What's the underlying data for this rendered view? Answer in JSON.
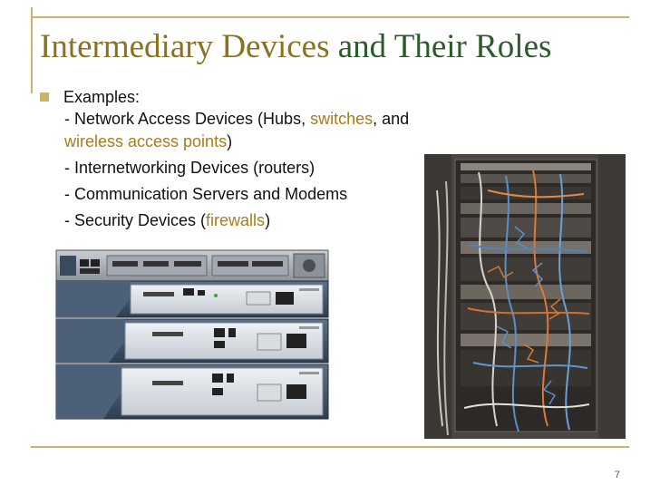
{
  "title": {
    "part1": "Intermediary Devices",
    "part2": " and Their Roles"
  },
  "bullet": {
    "label": "Examples:"
  },
  "lines": {
    "l1_a": "- Network Access Devices (Hubs, ",
    "l1_b": "switches",
    "l1_c": ", and",
    "l2_a": "wireless access points",
    "l2_b": ")",
    "l3": "- Internetworking Devices (routers)",
    "l4": "- Communication Servers and Modems",
    "l5_a": "- Security Devices (",
    "l5_b": "firewalls",
    "l5_c": ")"
  },
  "images": {
    "router_stack": "cisco-router-stack",
    "server_rack": "network-rack-cables"
  },
  "colors": {
    "title_gold": "#8b7222",
    "title_green": "#2e5a2b",
    "accent": "#a67c1f",
    "rule": "#c8b46a"
  },
  "footer": {
    "page_number": "7"
  }
}
